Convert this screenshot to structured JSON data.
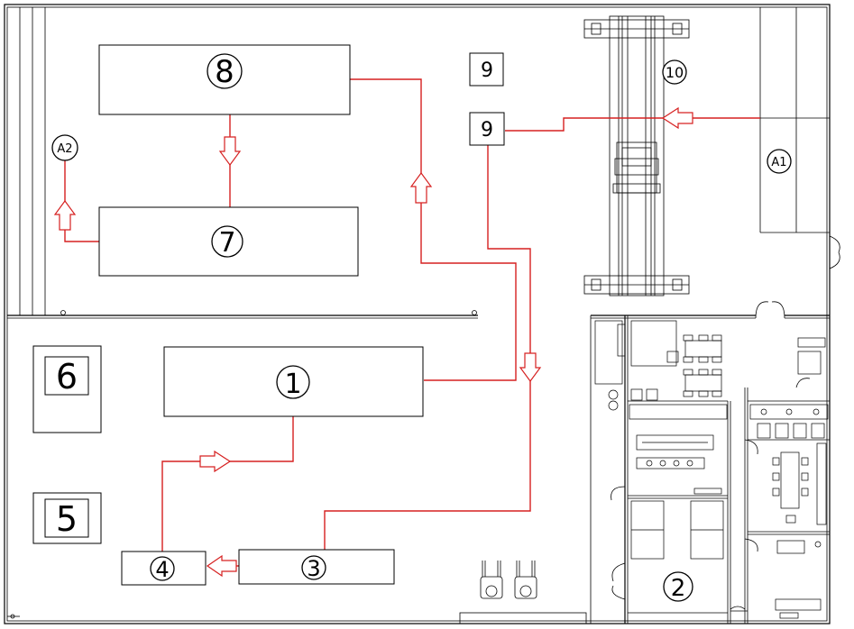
{
  "stations": {
    "s1": "1",
    "s2": "2",
    "s3": "3",
    "s4": "4",
    "s5": "5",
    "s6": "6",
    "s7": "7",
    "s8": "8",
    "s9a": "9",
    "s9b": "9",
    "s10": "10"
  },
  "access_points": {
    "a1": "A1",
    "a2": "A2"
  },
  "colors": {
    "flow_line": "#d62020",
    "walls": "#000000",
    "background": "#ffffff"
  }
}
